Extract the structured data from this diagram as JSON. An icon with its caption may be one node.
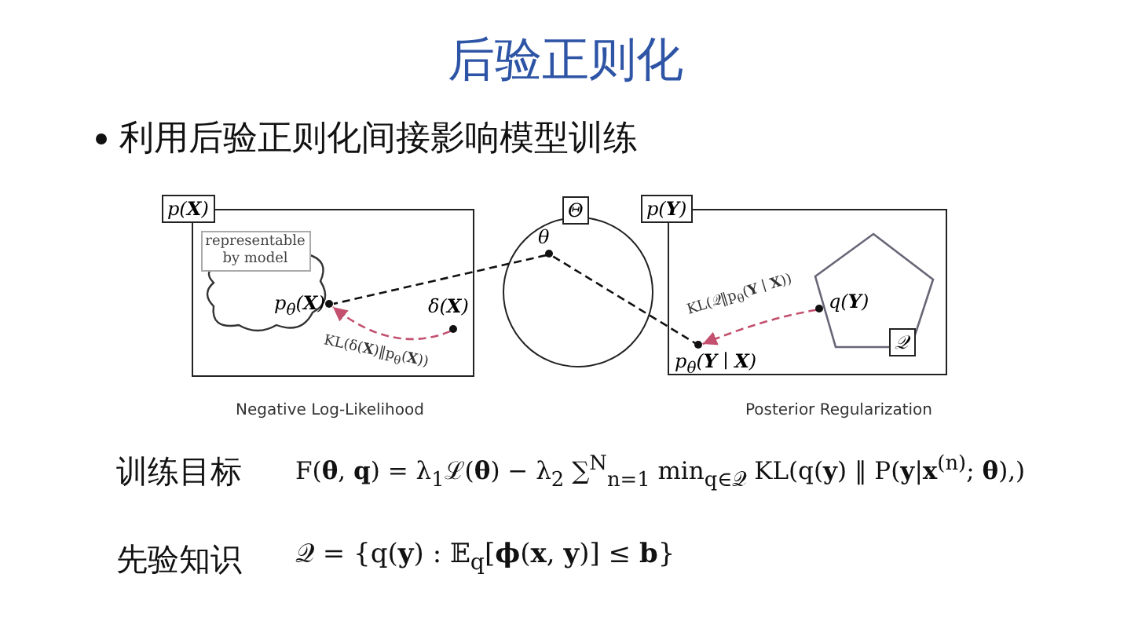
{
  "diagram": {
    "title": "后验正则化",
    "nodes": [
      {
        "text": [
          "p(**X**)"
        ]
      },
      {
        "text": [
          "representable by model"
        ],
        "in": 0
      },
      {
        "text": [],
        "shape": "circle",
        "in": 0,
        "beside": [
          "p$_{θ}$(**X**)"
        ]
      },
      {
        "text": [],
        "shape": "circle",
        "in": 0,
        "beside": [
          "δ(**X**)"
        ]
      },
      {
        "text": [
          "Θ"
        ]
      },
      {
        "text": [],
        "shape": "circle",
        "in": 4,
        "beside": [
          "θ"
        ]
      },
      {
        "text": [
          "p(**Y**)"
        ]
      },
      {
        "text": [
          "𝒬"
        ],
        "in": 6
      },
      {
        "text": [],
        "shape": "circle",
        "in": 6,
        "beside": [
          "q(**Y**)"
        ]
      },
      {
        "text": [],
        "shape": "circle",
        "in": 6,
        "beside": [
          "p$_{θ}$(**Y** ∣ **X**)"
        ]
      }
    ],
    "edges": [
      {
        "from": 5,
        "to": 2,
        "arrow": "none",
        "style": "dashed"
      },
      {
        "from": 3,
        "to": 2,
        "arrow": "to",
        "style": "dashed",
        "color": "#c2506e",
        "label": "KL(δ(**X**)‖p$_{θ}$(**X**))"
      },
      {
        "from": 5,
        "to": 9,
        "arrow": "none",
        "style": "dashed"
      },
      {
        "from": 8,
        "to": 9,
        "arrow": "to",
        "style": "dashed",
        "color": "#c2506e",
        "label": "KL(𝒬‖p$_{θ}$(**Y** ∣ **X**))"
      }
    ],
    "labels": [
      "利用后验正则化间接影响模型训练",
      "Negative Log-Likelihood",
      "Posterior Regularization",
      "训练目标",
      "F(**θ**, **q**)  =  λ$_{1}$ℒ(**θ**) −  λ$_{2}$ ∑$^{N}$$_{n=1}$ min$_{q∈𝒬}$ KL(q(**y**) ‖ P(**y**|**x**$^{(n)}$; **θ**),)",
      "先验知识",
      "𝒬 = {q(**y**) : 𝔼$_{q}$[**ϕ**(**x**, **y**)] ≤ **b**}"
    ]
  }
}
